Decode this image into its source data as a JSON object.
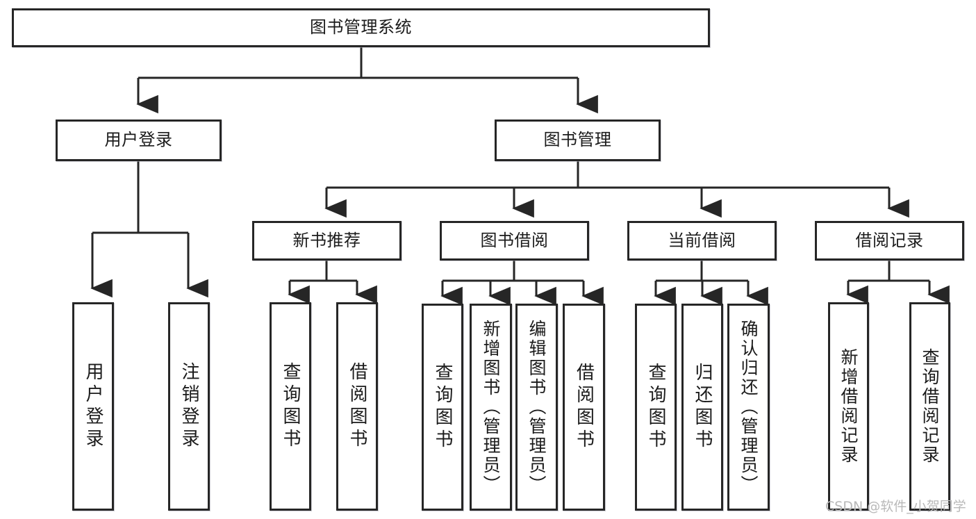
{
  "diagram": {
    "title": "图书管理系统",
    "type": "functional-structure-tree",
    "watermark": "CSDN @软件_小贺同学",
    "colors": {
      "box_border": "#262626",
      "box_fill": "#ffffff",
      "line": "#262626",
      "text": "#1b1b1b",
      "watermark": "#b9b9b9"
    },
    "root": {
      "label": "图书管理系统"
    },
    "tier2": [
      {
        "label": "用户登录"
      },
      {
        "label": "图书管理"
      }
    ],
    "tier3": [
      {
        "label": "新书推荐"
      },
      {
        "label": "图书借阅"
      },
      {
        "label": "当前借阅"
      },
      {
        "label": "借阅记录"
      }
    ],
    "leaves": {
      "user_login": [
        {
          "label": "用户登录"
        },
        {
          "label": "注销登录"
        }
      ],
      "new_book_recommend": [
        {
          "label": "查询图书"
        },
        {
          "label": "借阅图书"
        }
      ],
      "book_borrow": [
        {
          "label": "查询图书"
        },
        {
          "label": "新增图书（管理员）"
        },
        {
          "label": "编辑图书（管理员）"
        },
        {
          "label": "借阅图书"
        }
      ],
      "current_borrow": [
        {
          "label": "查询图书"
        },
        {
          "label": "归还图书"
        },
        {
          "label": "确认归还（管理员）"
        }
      ],
      "borrow_record": [
        {
          "label": "新增借阅记录"
        },
        {
          "label": "查询借阅记录"
        }
      ]
    }
  }
}
